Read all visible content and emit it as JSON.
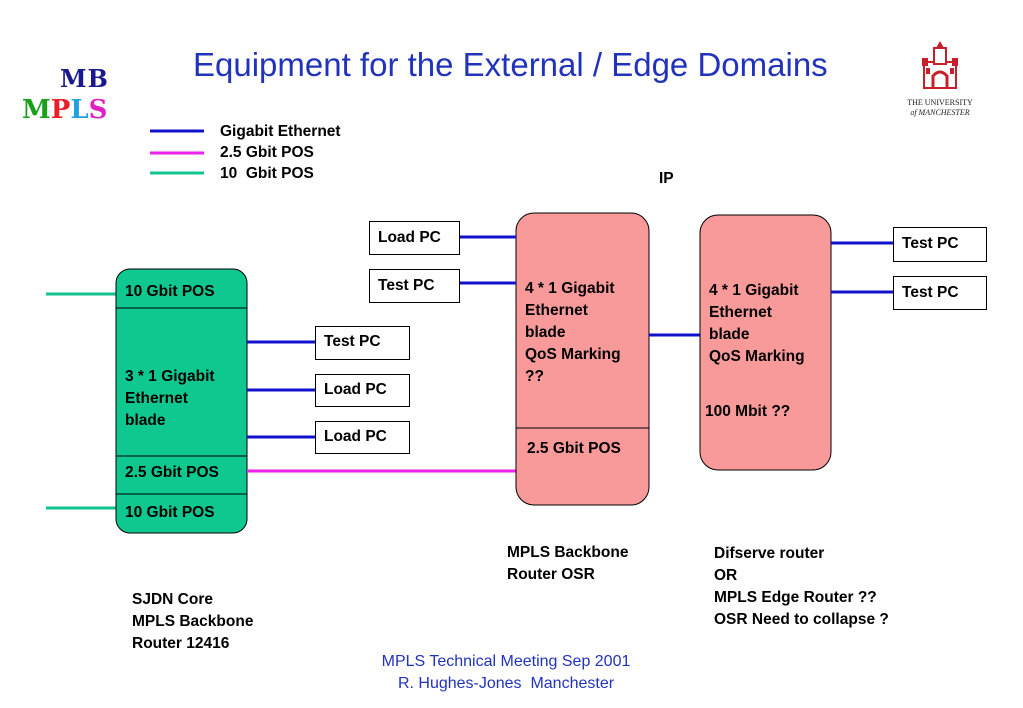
{
  "title": "Equipment for the External / Edge Domains",
  "logo": {
    "top": "MB",
    "bottom_letters": [
      "M",
      "P",
      "L",
      "S"
    ],
    "university_line1": "THE UNIVERSITY",
    "university_line2": "of MANCHESTER"
  },
  "legend": [
    {
      "label": "Gigabit Ethernet",
      "color": "#1111cc"
    },
    {
      "label": "2.5 Gbit POS",
      "color": "#ee22ee"
    },
    {
      "label": "10  Gbit POS",
      "color": "#11c38e"
    }
  ],
  "ip_label": "IP",
  "core_router": {
    "sections": [
      "10 Gbit POS",
      "3 * 1 Gigabit\nEthernet\nblade",
      "2.5 Gbit POS",
      "10 Gbit POS"
    ],
    "caption": "SJDN Core\nMPLS Backbone\nRouter 12416"
  },
  "osr_router": {
    "blade": "4 * 1 Gigabit\nEthernet\nblade\nQoS Marking\n??",
    "pos": "2.5 Gbit POS",
    "caption": "MPLS Backbone\nRouter OSR"
  },
  "edge_router": {
    "blade": "4 * 1 Gigabit\nEthernet\nblade\nQoS Marking",
    "speed": "100 Mbit ??",
    "caption": "Difserve router\nOR\nMPLS Edge Router ??\nOSR Need to collapse ?"
  },
  "pcs": {
    "core_test": "Test PC",
    "core_load1": "Load PC",
    "core_load2": "Load PC",
    "osr_load": "Load PC",
    "osr_test": "Test PC",
    "edge_test1": "Test PC",
    "edge_test2": "Test PC"
  },
  "footer": {
    "line1": "MPLS Technical Meeting Sep 2001",
    "line2": "R. Hughes-Jones  Manchester"
  },
  "colors": {
    "gigabit": "#1111cc",
    "pos25": "#ee22ee",
    "pos10": "#11c38e",
    "core_fill": "#0fc890",
    "router_fill": "#f99a9a",
    "title": "#2233bb"
  }
}
